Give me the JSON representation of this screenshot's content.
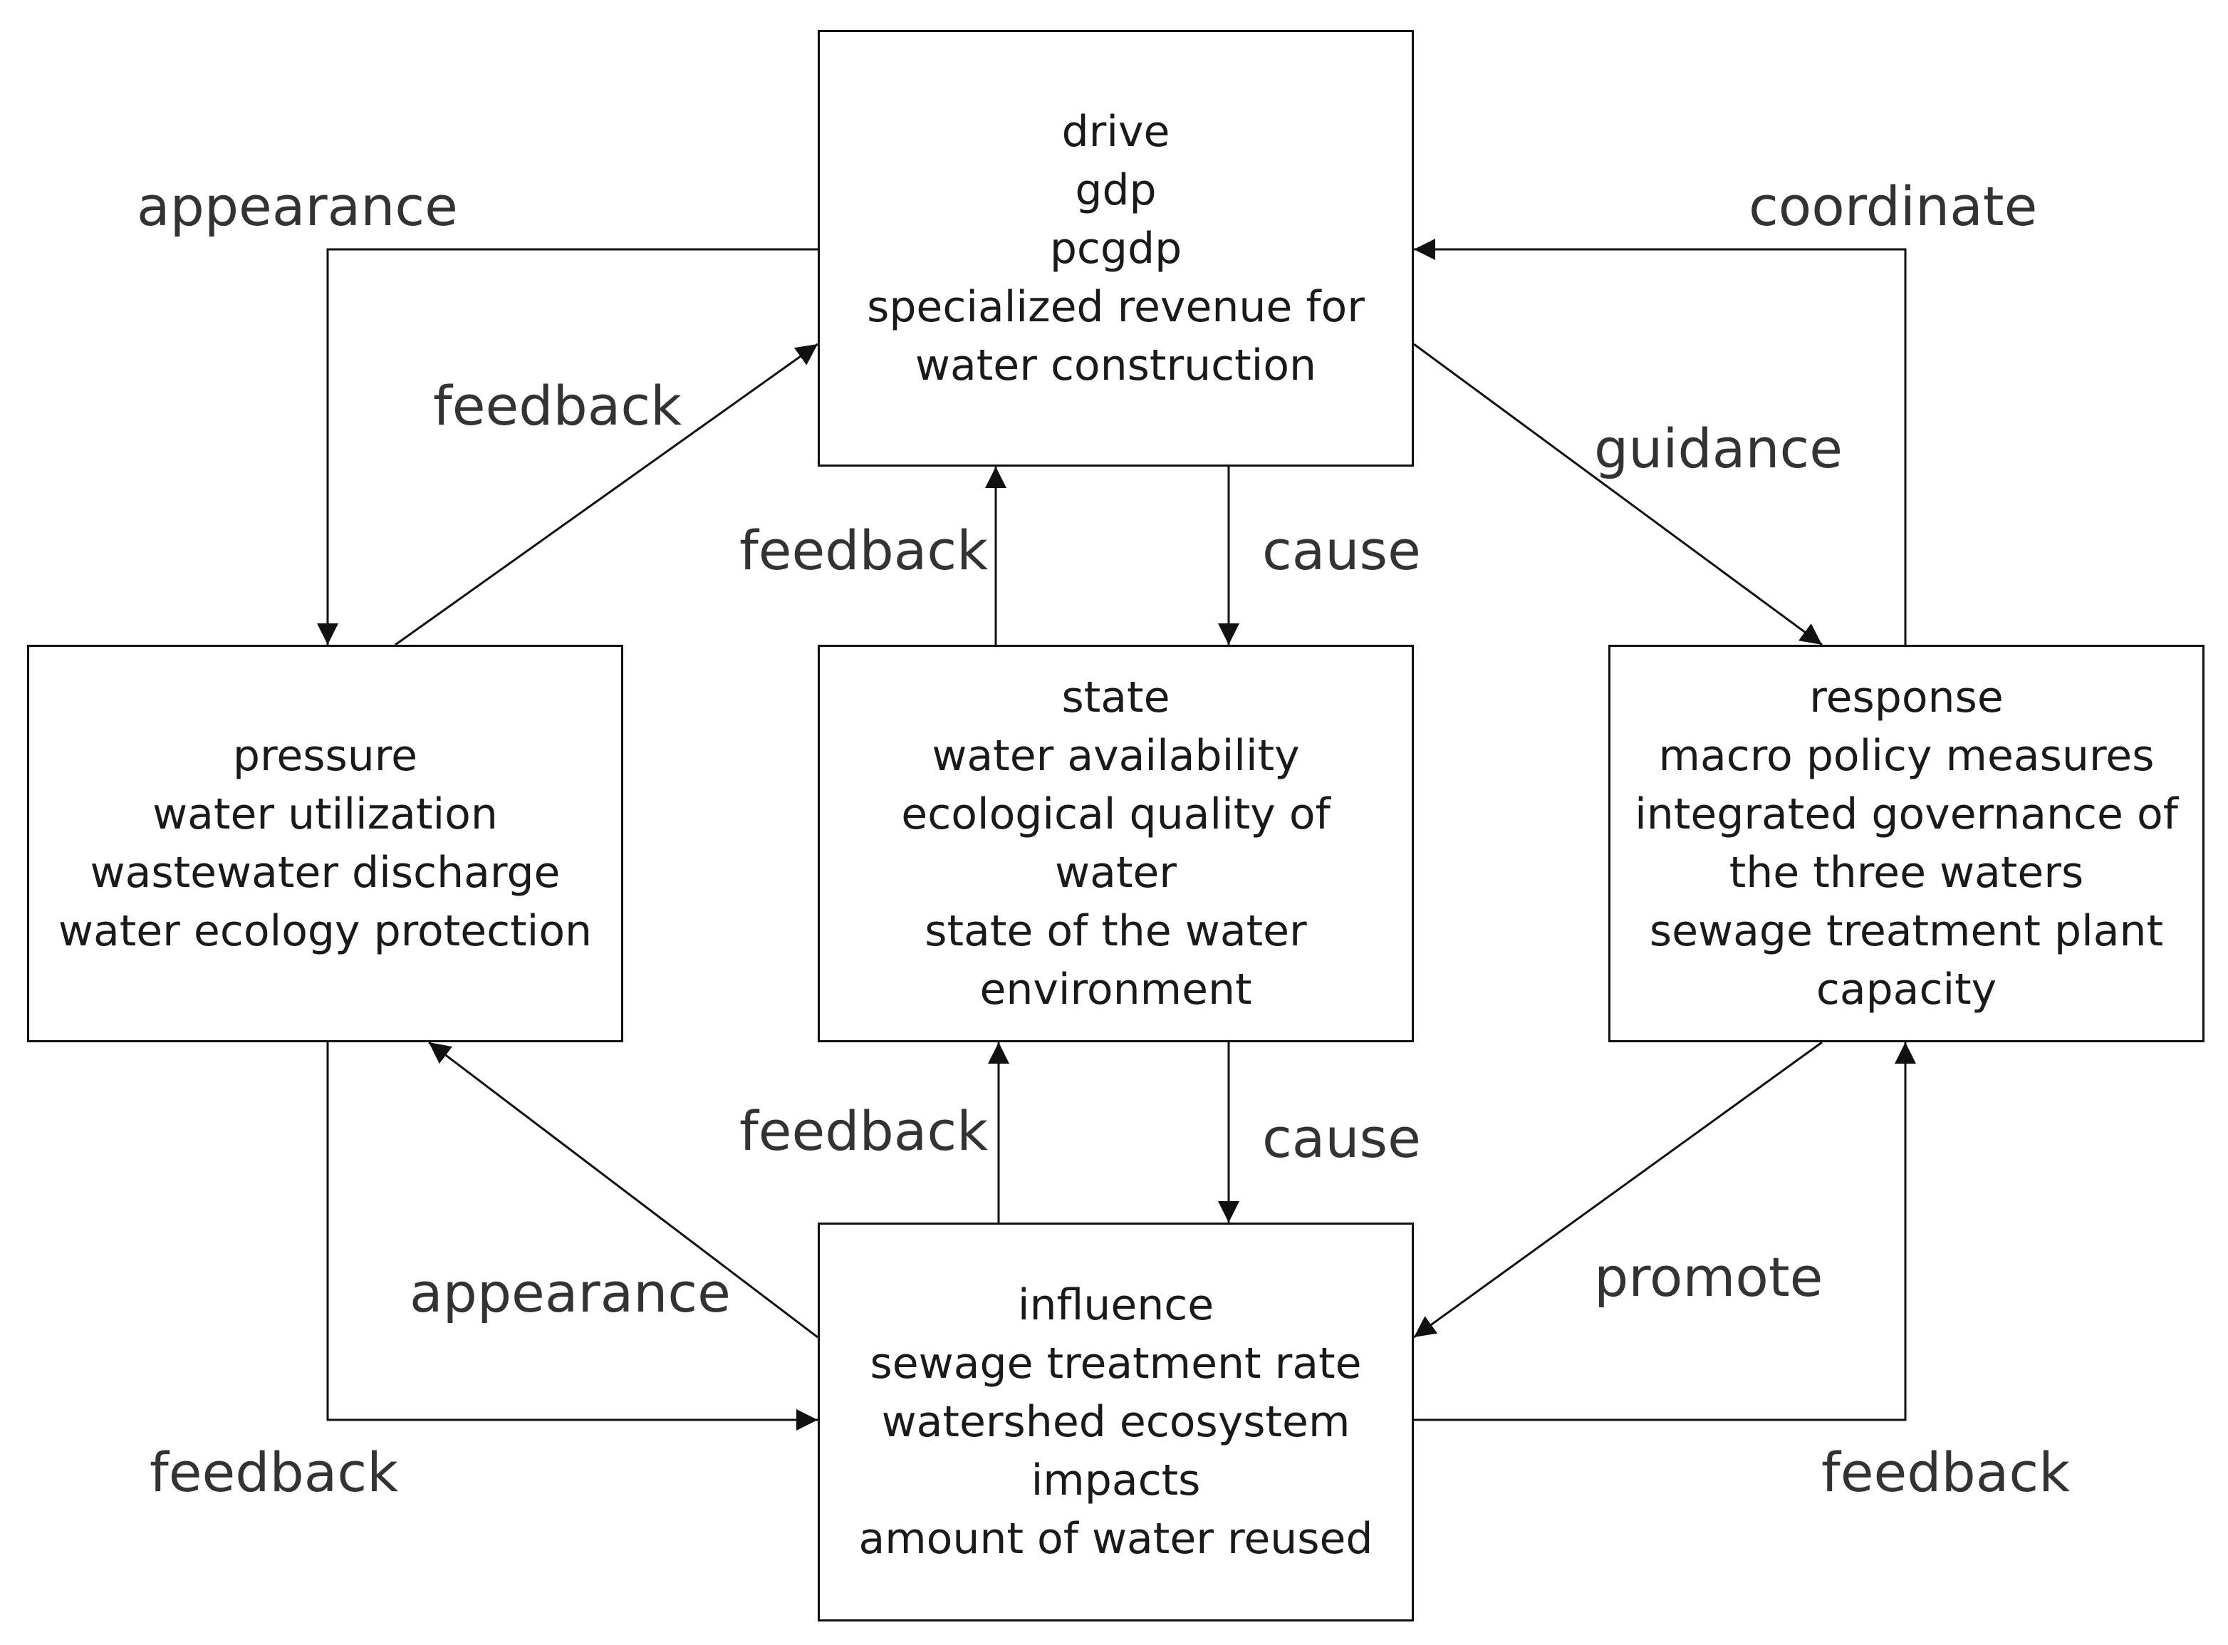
{
  "nodes": {
    "drive": {
      "lines": [
        "drive",
        "gdp",
        "pcgdp",
        "specialized revenue for",
        "water construction"
      ]
    },
    "pressure": {
      "lines": [
        "pressure",
        "water utilization",
        "wastewater discharge",
        "water ecology protection"
      ]
    },
    "state": {
      "lines": [
        "state",
        "water availability",
        "ecological quality of",
        "water",
        "state of the water",
        "environment"
      ]
    },
    "response": {
      "lines": [
        "response",
        "macro policy measures",
        "integrated governance of",
        "the three waters",
        "sewage treatment plant",
        "capacity"
      ]
    },
    "influence": {
      "lines": [
        "influence",
        "sewage treatment rate",
        "watershed ecosystem",
        "impacts",
        "amount of water reused"
      ]
    }
  },
  "edge_labels": {
    "appearance_top": "appearance",
    "coordinate": "coordinate",
    "feedback_left_upper": "feedback",
    "guidance": "guidance",
    "feedback_center_upper": "feedback",
    "cause_upper": "cause",
    "feedback_center_lower": "feedback",
    "cause_lower": "cause",
    "appearance_bottom": "appearance",
    "promote": "promote",
    "feedback_bottom_left": "feedback",
    "feedback_bottom_right": "feedback"
  }
}
